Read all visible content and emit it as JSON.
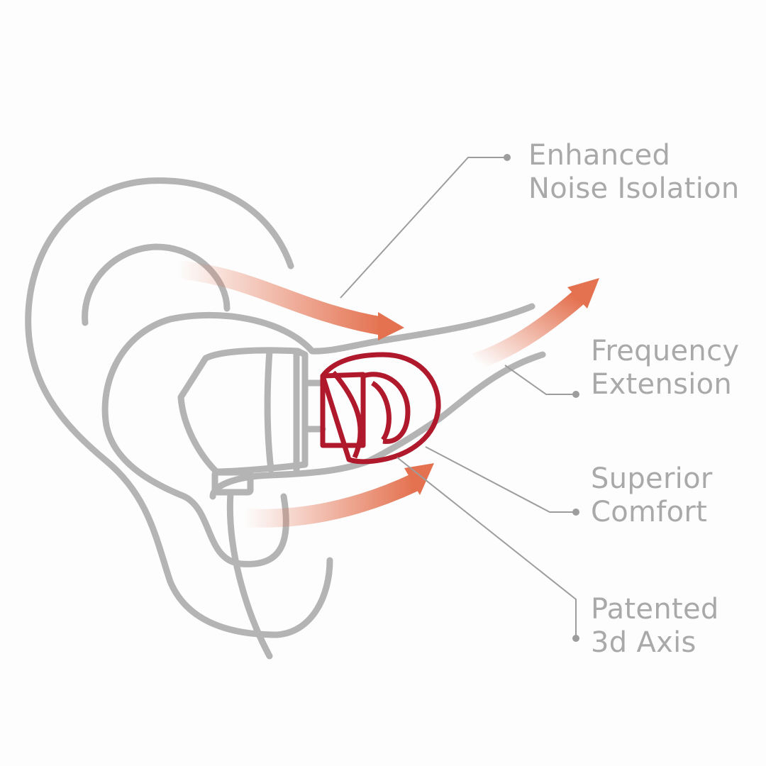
{
  "colors": {
    "outline": "#b4b4b4",
    "tip": "#b0182c",
    "arrow": "#e4714f",
    "text": "#a9a9a9"
  },
  "labels": {
    "noise": {
      "line1": "Enhanced",
      "line2": "Noise Isolation"
    },
    "frequency": {
      "line1": "Frequency",
      "line2": "Extension"
    },
    "comfort": {
      "line1": "Superior",
      "line2": "Comfort"
    },
    "axis": {
      "line1": "Patented",
      "line2": "3d Axis"
    }
  }
}
